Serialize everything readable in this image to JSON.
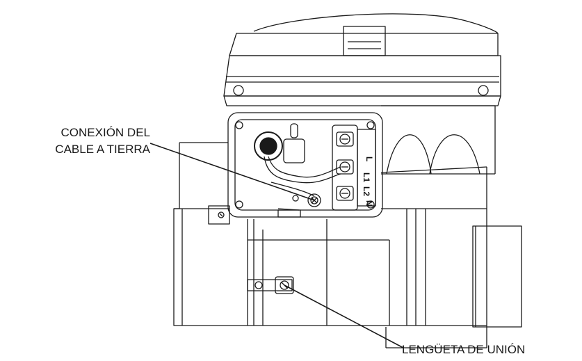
{
  "callouts": {
    "ground_line1": "CONEXIÓN DEL",
    "ground_line2": "CABLE A TIERRA",
    "bonding_lug": "LENGÜETA DE UNIÓN"
  },
  "terminal_block": {
    "labels": [
      "L",
      "L1",
      "L2",
      "N"
    ]
  },
  "colors": {
    "line": "#1a1a1a",
    "background": "#ffffff"
  }
}
